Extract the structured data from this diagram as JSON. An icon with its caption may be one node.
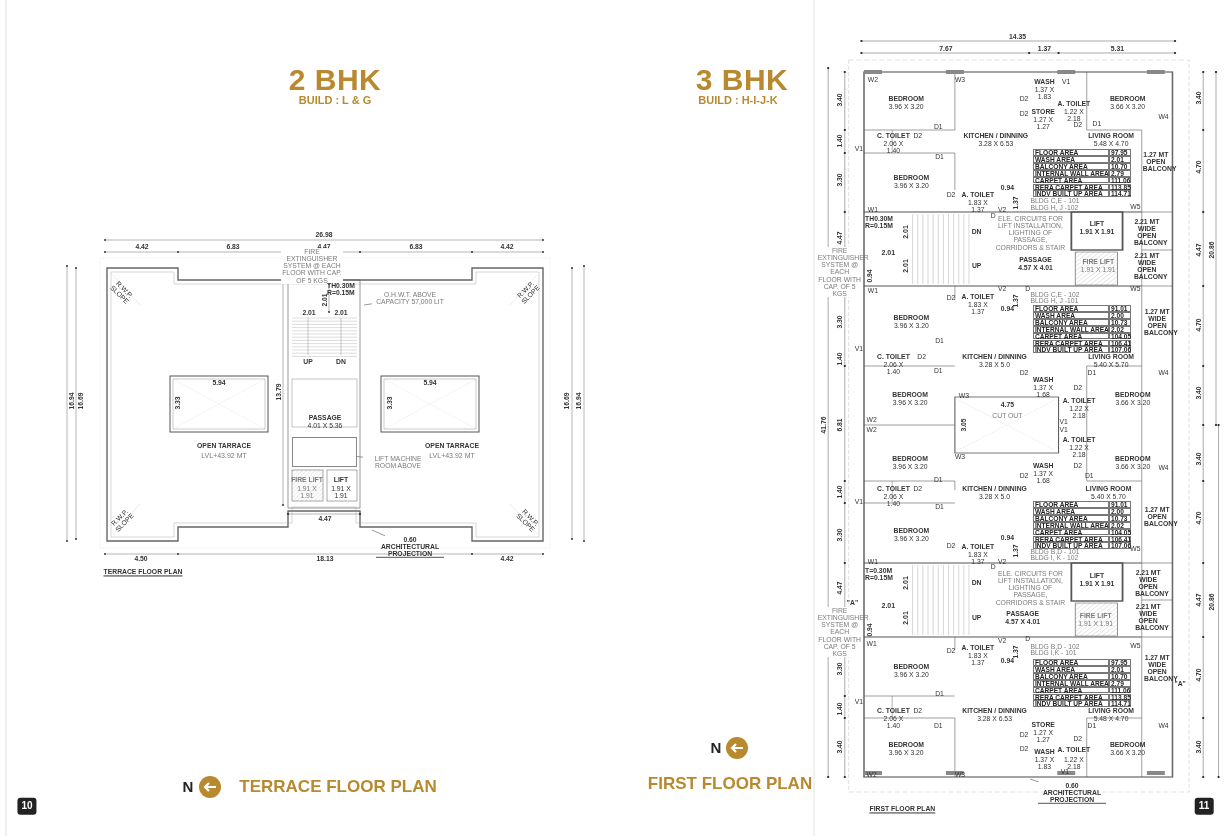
{
  "diagram": {
    "nodes": [
      {
        "text": [
          "O.H.W.T. ABOVE CAPACITY 57,000 LIT"
        ]
      },
      {
        "text": [
          "LIFT MACHINE ROOM ABOVE"
        ]
      },
      {
        "text": [
          "0.60 ARCHITECTURAL PROJECTION"
        ]
      },
      {
        "text": [
          "0.60 ARCHITECTURAL PROJECTION"
        ]
      },
      {
        "text": [],
        "shape": "box"
      }
    ],
    "edges": [
      {
        "from": 0,
        "to": null,
        "arrow": "none"
      },
      {
        "from": 1,
        "to": 4,
        "arrow": "none"
      },
      {
        "from": 2,
        "to": null,
        "arrow": "none"
      },
      {
        "from": 3,
        "to": null,
        "arrow": "none"
      }
    ],
    "labels": [
      "2 BHK",
      "BUILD : L & G",
      "3 BHK",
      "BUILD : H-I-J-K",
      "26.98",
      "4.42",
      "6.83",
      "4.47",
      "6.83",
      "4.42",
      "FIRE EXTINGUISHER SYSTEM @ EACH FLOOR WITH CAP. OF 5 KGS",
      "R.W.P. SLOPE",
      "R.W.P. SLOPE",
      "TH0.30M R=0.15M",
      "2.01",
      "2.01",
      "2.01",
      "UP",
      "DN",
      "16.94",
      "16.69",
      "3.33",
      "5.94",
      "13.79",
      "3.33",
      "5.94",
      "16.69",
      "16.94",
      "PASSAGE",
      "4.01 X 5.36",
      "OPEN TARRACE",
      "LVL+43.92 MT",
      "OPEN TARRACE",
      "LVL+43.92 MT",
      "FIRE LIFT",
      "LIFT",
      "1.91 X 1.91",
      "1.91 X 1.91",
      "R.W.P. SLOPE",
      "4.47",
      "R.W.P. SLOPE",
      "4.50",
      "18.13",
      "4.42",
      "TERRACE FLOOR PLAN",
      "N",
      "TERRACE FLOOR PLAN",
      "N",
      "FIRST FLOOR PLAN",
      "14.35",
      "7.67",
      "1.37",
      "5.31",
      "W2",
      "W3",
      "WASH",
      "V1",
      "3.40",
      "BEDROOM",
      "3.96 X 3.20",
      "D2",
      "1.37 X 1.83",
      "A. TOILET",
      "BEDROOM",
      "3.66 X 3.20",
      "3.40",
      "D2",
      "STORE",
      "1.27 X 1.27",
      "1.22 X 2.18",
      "W4",
      "D1",
      "D2",
      "D1",
      "1.40",
      "C. TOILET",
      "D2",
      "KITCHEN / DINNING",
      "LIVING ROOM",
      "2.06 X 1.40",
      "3.28 X 6.53",
      "5.48 X 4.70",
      "V1",
      "D1",
      "1.27 MT OPEN BALCONY",
      "4.70",
      "3.30",
      "BEDROOM",
      "3.96 X 3.20",
      "0.94",
      "D2",
      "A. TOILET",
      "FLOOR AREA",
      "97.95",
      "WASH AREA",
      "2.01",
      "BALCONY AREA",
      "10.70",
      "INTERNAL WALL AREA",
      "2.79",
      "CARPET AREA",
      "111.06",
      "RERA CARPET AREA",
      "113.85",
      "INDV BUILT UP AREA",
      "114.71",
      "1.83 X 1.37",
      "1.37",
      "BLDG C,E - 101",
      "W1",
      "V2",
      "BLDG H, J -102",
      "W5",
      "D",
      "4.47",
      "TH0.30M R=0.15M",
      "2.01",
      "DN",
      "ELE. CIRCUITS FOR LIFT INSTALLATION, LIGHTING OF PASSAGE, CORRIDORS & STAIR",
      "LIFT",
      "1.91 X 1.91",
      "2.21 MT WIDE OPEN BALCONY",
      "FIRE EXTINGUISHER SYSTEM @ EACH FLOOR WITH CAP. OF 5 KGS",
      "2.01",
      "4.47",
      "20.86",
      "0.94",
      "2.01",
      "UP",
      "PASSAGE",
      "4.57 X 4.01",
      "FIRE LIFT",
      "1.91 X 1.91",
      "2.21 MT WIDE OPEN BALCONY",
      "W1",
      "V2",
      "D",
      "W5",
      "D2",
      "A. TOILET",
      "1.37",
      "BLDG C,E - 102",
      "1.83 X 1.37",
      "BLDG H, J -101",
      "0.94",
      "3.30",
      "BEDROOM",
      "3.96 X 3.20",
      "1.27 MT WIDE OPEN BALCONY",
      "4.70",
      "FLOOR AREA",
      "91.01",
      "WASH AREA",
      "2.00",
      "BALCONY AREA",
      "10.73",
      "INTERNAL WALL AREA",
      "2.02",
      "CARPET AREA",
      "104.05",
      "RERA CARPET AREA",
      "106.41",
      "INDV BUILT UP AREA",
      "107.06",
      "D1",
      "1.40",
      "V1",
      "C. TOILET",
      "D2",
      "KITCHEN / DINNING",
      "LIVING ROOM",
      "2.06 X 1.40",
      "3.28 X 5.0",
      "5.40 X 5.70",
      "D1",
      "D2",
      "D1",
      "W4",
      "WASH",
      "1.37 X 1.68",
      "D2",
      "BEDROOM",
      "3.96 X 3.20",
      "W3",
      "4.75",
      "A. TOILET",
      "BEDROOM",
      "3.66 X 3.20",
      "3.40",
      "41.76",
      "6.81",
      "W2",
      "3.05",
      "CUT OUT",
      "1.22 X 2.18",
      "V1",
      "W2",
      "V1",
      "A. TOILET",
      "1.22 X 2.18",
      "BEDROOM",
      "3.96 X 3.20",
      "W3",
      "BEDROOM",
      "3.66 X 3.20",
      "3.40",
      "WASH",
      "1.37 X 1.68",
      "D2",
      "W4",
      "D2",
      "D1",
      "D1",
      "1.40",
      "C. TOILET",
      "D2",
      "KITCHEN / DINNING",
      "LIVING ROOM",
      "2.06 X 1.40",
      "3.28 X 5.0",
      "5.40 X 5.70",
      "V1",
      "D1",
      "FLOOR AREA",
      "91.01",
      "WASH AREA",
      "2.00",
      "BALCONY AREA",
      "10.73",
      "INTERNAL WALL AREA",
      "2.02",
      "CARPET AREA",
      "104.05",
      "RERA CARPET AREA",
      "106.41",
      "INDV BUILT UP AREA",
      "107.06",
      "1.27 MT OPEN BALCONY",
      "4.70",
      "3.30",
      "BEDROOM",
      "3.96 X 3.20",
      "0.94",
      "D2",
      "A. TOILET",
      "1.83 X 1.37",
      "1.37",
      "BLDG B,D - 101",
      "W5",
      "W1",
      "V2",
      "BLDG I, K - 102",
      "D",
      "4.47",
      "T=0.30M R=0.15M",
      "2.01",
      "DN",
      "ELE. CIRCUITS FOR LIFT INSTALLATION, LIGHTING OF PASSAGE, CORRIDORS & STAIR",
      "LIFT",
      "1.91 X 1.91",
      "2.21 MT WIDE OPEN BALCONY",
      "FIRE EXTINGUISHER SYSTEM @ EACH FLOOR WITH CAP. OF 5 KGS",
      "\"A\"",
      "2.01",
      "4.47",
      "20.86",
      "0.94",
      "2.01",
      "UP",
      "PASSAGE",
      "4.57 X 4.01",
      "FIRE LIFT",
      "1.91 X 1.91",
      "2.21 MT WIDE OPEN BALCONY",
      "W1",
      "V2",
      "D",
      "W5",
      "D2",
      "A. TOILET",
      "1.37",
      "BLDG B,D - 102",
      "1.83 X 1.37",
      "BLDG I,K - 101",
      "0.94",
      "FLOOR AREA",
      "97.95",
      "WASH AREA",
      "2.01",
      "BALCONY AREA",
      "10.70",
      "INTERNAL WALL AREA",
      "2.79",
      "CARPET AREA",
      "111.06",
      "RERA CARPET AREA",
      "113.85",
      "INDV BUILT UP AREA",
      "114.71",
      "3.30",
      "BEDROOM",
      "3.96 X 3.20",
      "1.27 MT WIDE OPEN BALCONY",
      "\"A\"",
      "4.70",
      "D1",
      "1.40",
      "V1",
      "C. TOILET",
      "D2",
      "KITCHEN / DINNING",
      "LIVING ROOM",
      "2.06 X 1.40",
      "3.28 X 6.53",
      "5.48 X 4.70",
      "D1",
      "STORE",
      "D1",
      "W4",
      "D2",
      "1.27 X 1.27",
      "D2",
      "3.40",
      "BEDROOM",
      "3.96 X 3.20",
      "D2",
      "WASH",
      "A. TOILET",
      "BEDROOM",
      "3.66 X 3.20",
      "3.40",
      "1.37 X 1.83",
      "1.22 X 2.18",
      "W2",
      "W3",
      "V1",
      "10",
      "FIRST FLOOR PLAN",
      "11"
    ]
  }
}
